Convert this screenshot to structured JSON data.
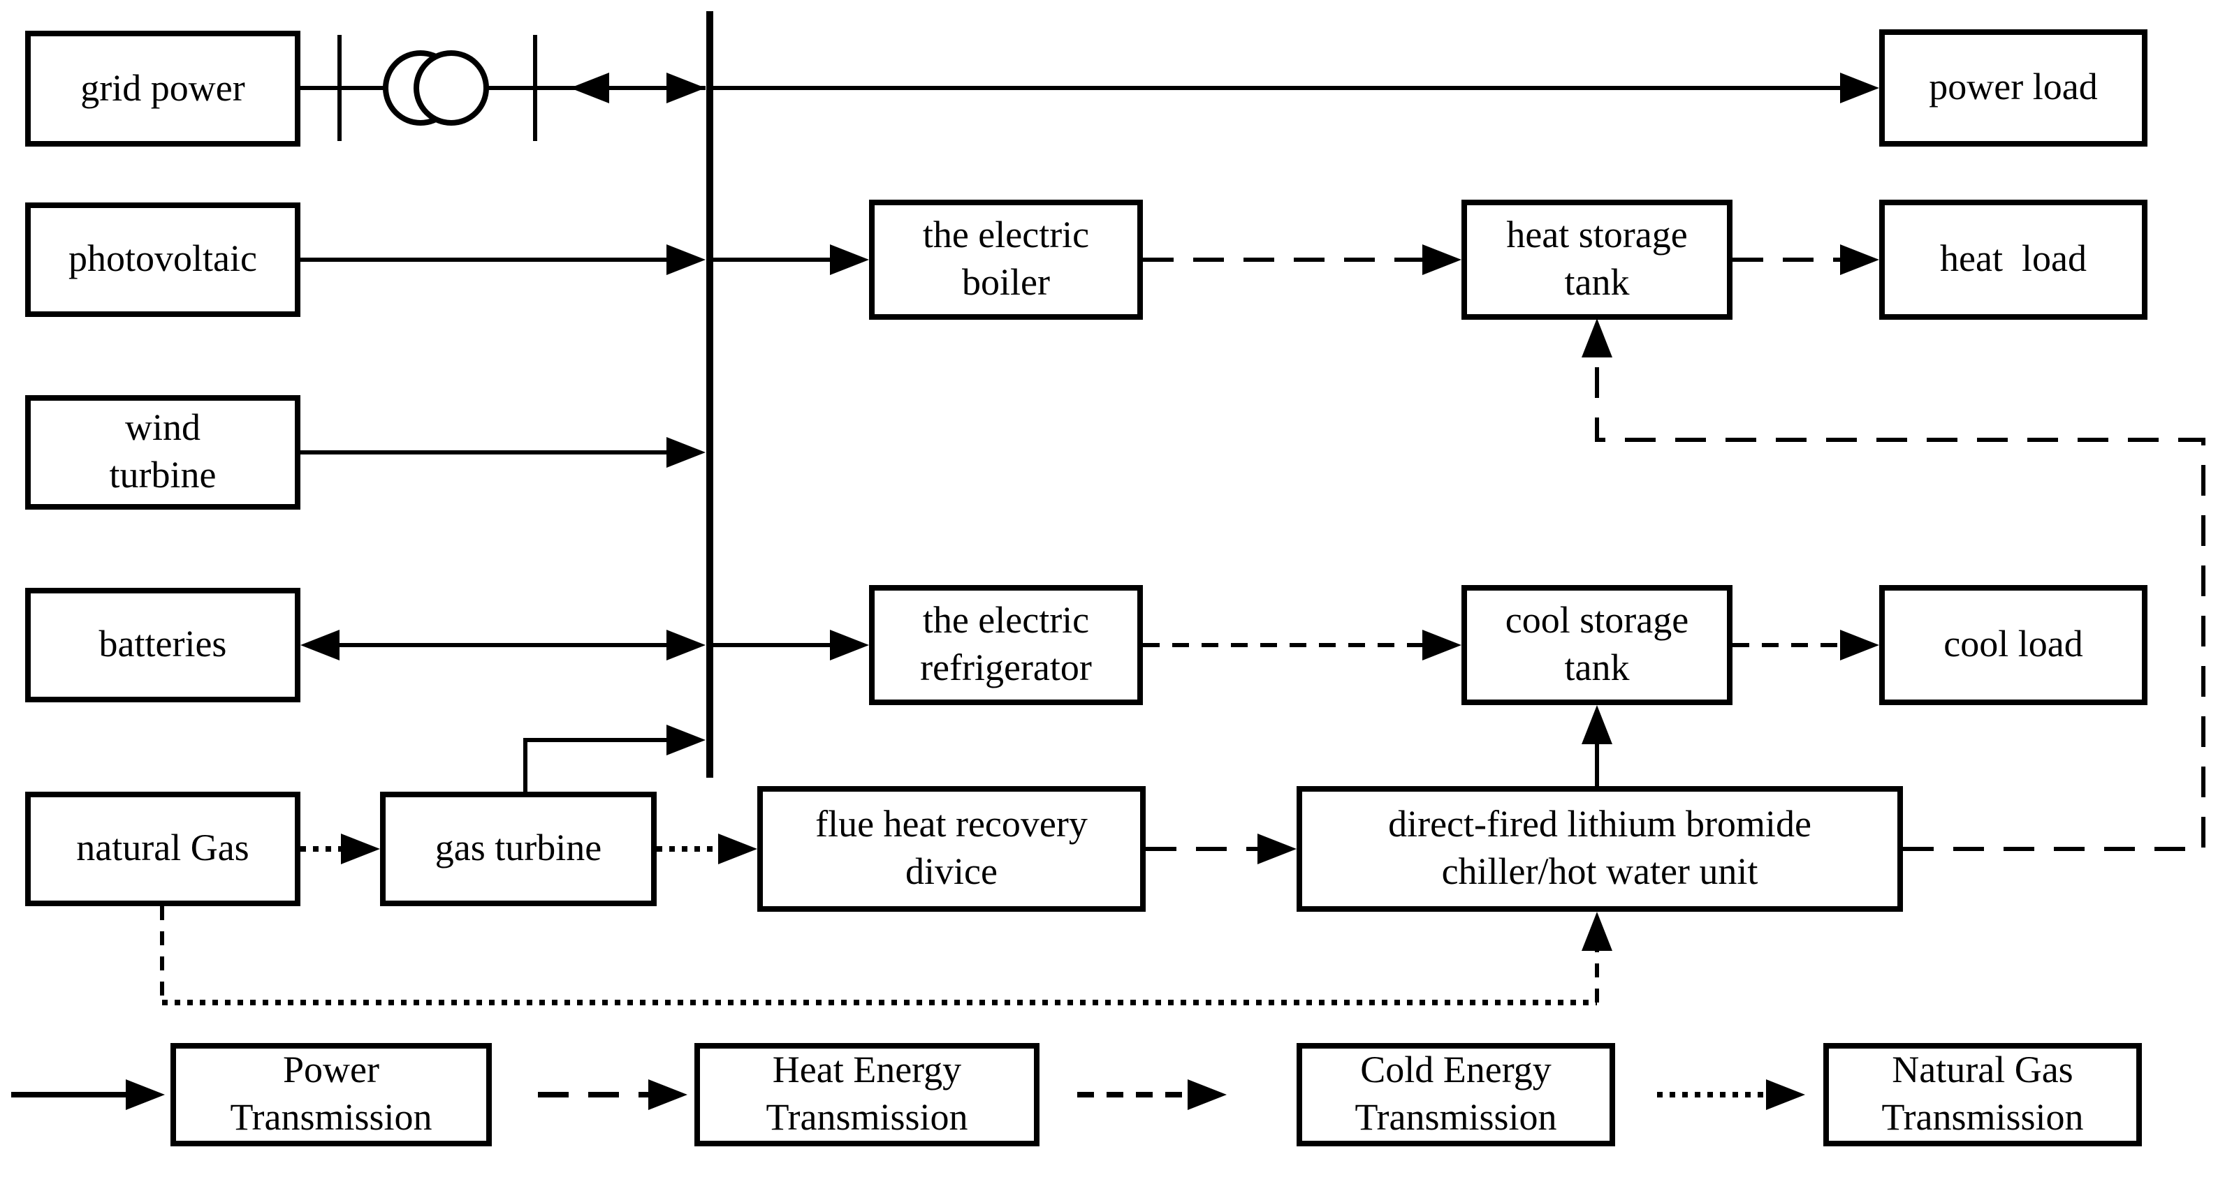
{
  "diagram": {
    "nodes": {
      "grid_power": "grid power",
      "photovoltaic": "photovoltaic",
      "wind_turbine": "wind\nturbine",
      "batteries": "batteries",
      "natural_gas": "natural Gas",
      "gas_turbine": "gas turbine",
      "flue_heat_recovery": "flue heat recovery\ndivice",
      "direct_fired_unit": "direct-fired lithium bromide\nchiller/hot water unit",
      "electric_boiler": "the electric\nboiler",
      "heat_storage_tank": "heat storage\ntank",
      "heat_load": "heat  load",
      "electric_refrigerator": "the electric\nrefrigerator",
      "cool_storage_tank": "cool storage\ntank",
      "cool_load": "cool load",
      "power_load": "power load"
    },
    "legend": [
      {
        "style": "solid",
        "label": "Power\nTransmission"
      },
      {
        "style": "long-dash",
        "label": "Heat Energy\nTransmission"
      },
      {
        "style": "short-dash",
        "label": "Cold Energy\nTransmission"
      },
      {
        "style": "dotted",
        "label": "Natural Gas\nTransmission"
      }
    ],
    "icons": {
      "transformer": "transformer-icon",
      "bus": "power-bus-line"
    },
    "colors": {
      "line": "#000000",
      "background": "#ffffff"
    }
  }
}
